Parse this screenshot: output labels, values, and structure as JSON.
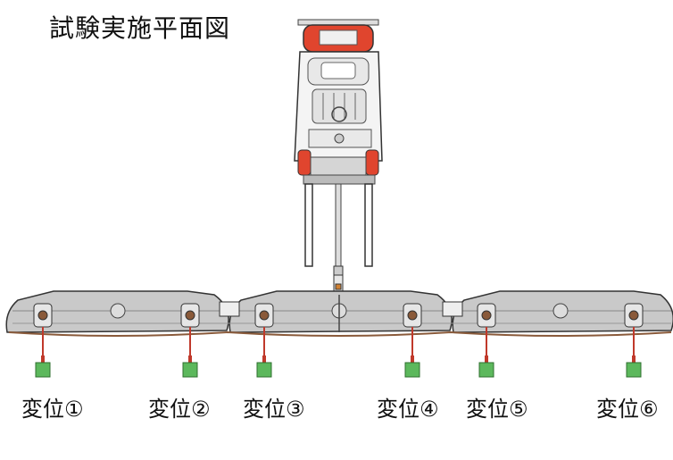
{
  "title": "試験実施平面図",
  "sensors": [
    {
      "label": "変位①"
    },
    {
      "label": "変位②"
    },
    {
      "label": "変位③"
    },
    {
      "label": "変位④"
    },
    {
      "label": "変位⑤"
    },
    {
      "label": "変位⑥"
    }
  ],
  "colors": {
    "forklift_red": "#e0452e",
    "sensor_green": "#5cb85c",
    "sensor_red": "#c0392b",
    "body_gray": "#b5b5b5",
    "wire": "#8a5a3a"
  }
}
